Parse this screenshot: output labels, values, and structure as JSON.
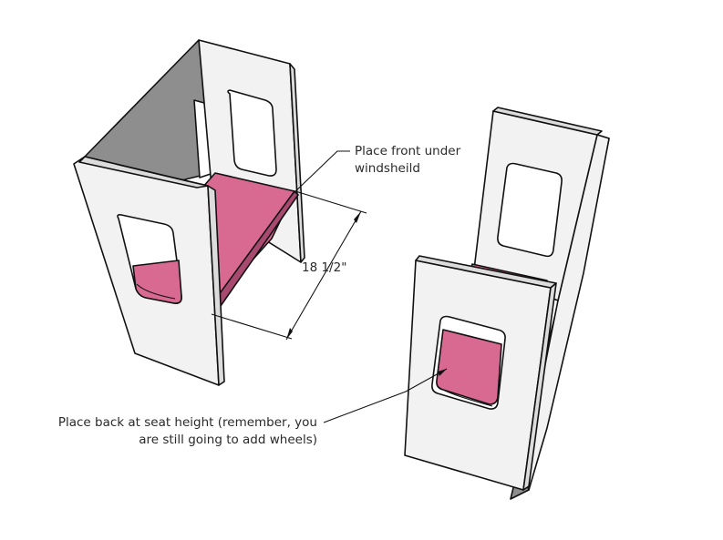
{
  "annotations": {
    "front_line1": "Place front under",
    "front_line2": "windsheild",
    "back_line1": "Place back at seat height (remember, you",
    "back_line2": "are still going to add wheels)"
  },
  "dimension": {
    "label": "18 1/2\""
  },
  "colors": {
    "panel": "#f2f2f2",
    "panel_edge": "#e0e0e0",
    "panel_shadow": "#8a8a8a",
    "seat": "#d86a92",
    "seat_dark": "#a84a70",
    "outline": "#111111",
    "background": "#ffffff"
  }
}
